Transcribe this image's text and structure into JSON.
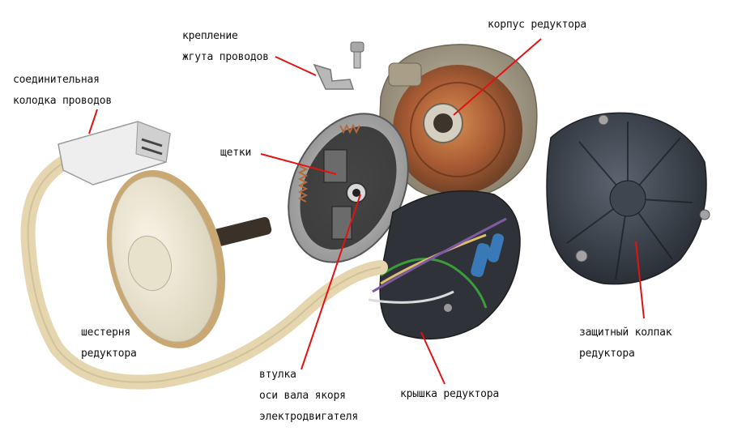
{
  "colors": {
    "background": "#ffffff",
    "leader_line": "#e21212",
    "text": "#111111",
    "housing_metal": "#a39b8a",
    "cover_plastic": "#3a4048",
    "gear_plastic": "#ece6d2",
    "gear_teeth": "#c9a874",
    "wire_sheath": "#e6d6b0",
    "winding_copper": "#b05a2a"
  },
  "labels": {
    "harness_clip": [
      "крепление",
      "жгута проводов"
    ],
    "connector": [
      "соединительная",
      "колодка проводов"
    ],
    "housing": "корпус редуктора",
    "brushes": "щетки",
    "gear": [
      "шестерня",
      "редуктора"
    ],
    "bushing": [
      "втулка",
      "оси вала якоря",
      "электродвигателя"
    ],
    "cover": "крышка редуктора",
    "cap": [
      "защитный колпак",
      "редуктора"
    ]
  }
}
